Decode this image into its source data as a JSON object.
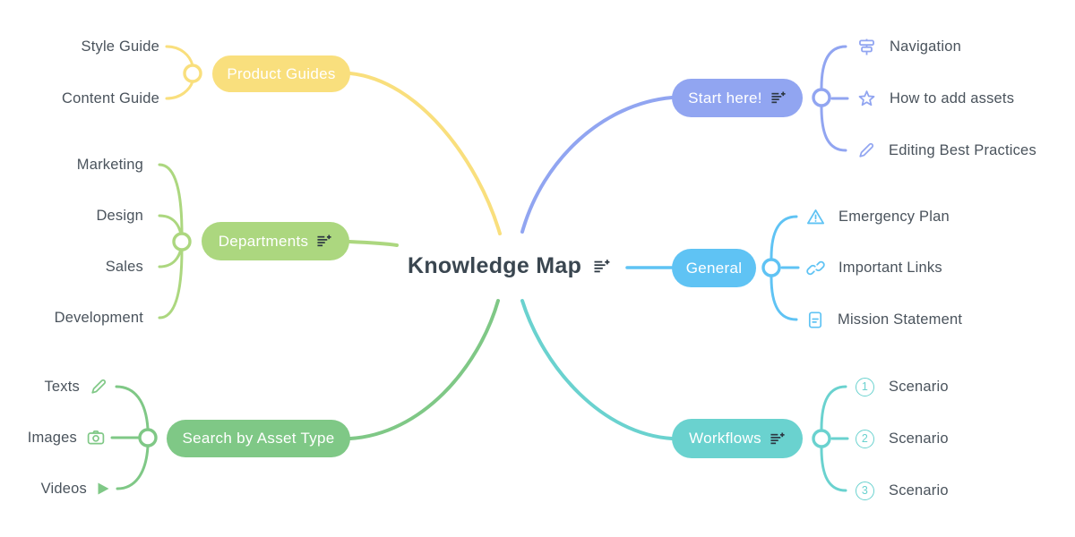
{
  "center": {
    "label": "Knowledge Map",
    "note_icon": "add-note-icon"
  },
  "colors": {
    "background": "#FFFFFF",
    "center_text": "#3A4650",
    "child_text": "#4A535C",
    "pill_text": "#FFFFFF",
    "note_icon": "#2D3843",
    "product_guides": "#F9DF7D",
    "departments": "#ACD77F",
    "search_by_asset_type": "#7FC886",
    "start_here": "#91A5F1",
    "general": "#5FC3F4",
    "workflows": "#6AD2CF"
  },
  "branches": [
    {
      "label": "Product Guides",
      "side": "left",
      "color": "#F9DF7D",
      "has_note_icon": false,
      "children": [
        {
          "label": "Style Guide"
        },
        {
          "label": "Content Guide"
        }
      ]
    },
    {
      "label": "Departments",
      "side": "left",
      "color": "#ACD77F",
      "has_note_icon": true,
      "children": [
        {
          "label": "Marketing"
        },
        {
          "label": "Design"
        },
        {
          "label": "Sales"
        },
        {
          "label": "Development"
        }
      ]
    },
    {
      "label": "Search by Asset Type",
      "side": "left",
      "color": "#7FC886",
      "has_note_icon": false,
      "children": [
        {
          "label": "Texts",
          "icon": "pencil-icon"
        },
        {
          "label": "Images",
          "icon": "camera-icon"
        },
        {
          "label": "Videos",
          "icon": "play-icon"
        }
      ]
    },
    {
      "label": "Start here!",
      "side": "right",
      "color": "#91A5F1",
      "has_note_icon": true,
      "children": [
        {
          "label": "Navigation",
          "icon": "signpost-icon"
        },
        {
          "label": "How to add assets",
          "icon": "star-icon"
        },
        {
          "label": "Editing Best Practices",
          "icon": "pencil-icon"
        }
      ]
    },
    {
      "label": "General",
      "side": "right",
      "color": "#5FC3F4",
      "has_note_icon": false,
      "children": [
        {
          "label": "Emergency Plan",
          "icon": "warning-triangle-icon"
        },
        {
          "label": "Important Links",
          "icon": "link-icon"
        },
        {
          "label": "Mission Statement",
          "icon": "document-icon"
        }
      ]
    },
    {
      "label": "Workflows",
      "side": "right",
      "color": "#6AD2CF",
      "has_note_icon": true,
      "children": [
        {
          "label": "Scenario",
          "badge": "1",
          "icon": "numbered-circle-icon"
        },
        {
          "label": "Scenario",
          "badge": "2",
          "icon": "numbered-circle-icon"
        },
        {
          "label": "Scenario",
          "badge": "3",
          "icon": "numbered-circle-icon"
        }
      ]
    }
  ]
}
